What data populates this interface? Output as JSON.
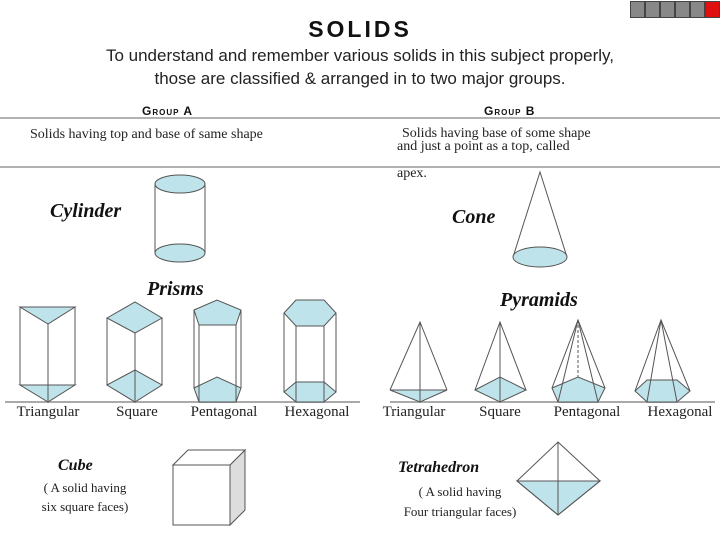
{
  "title": "SOLIDS",
  "subtitle": [
    "To understand and remember various solids in this subject properly,",
    "those are classified & arranged in to two major groups."
  ],
  "group_a": {
    "heading": "Group A",
    "description": "Solids having top and base of same shape",
    "cylinder": "Cylinder",
    "prisms": "Prisms",
    "prism_types": [
      "Triangular",
      "Square",
      "Pentagonal",
      "Hexagonal"
    ],
    "cube": "Cube",
    "cube_desc": [
      "( A solid having",
      "six square faces)"
    ]
  },
  "group_b": {
    "heading": "Group B",
    "description": [
      "Solids having base of some shape",
      "and just a point as a top, called",
      "apex."
    ],
    "cone": "Cone",
    "pyramids": "Pyramids",
    "pyramid_types": [
      "Triangular",
      "Square",
      "Pentagonal",
      "Hexagonal"
    ],
    "tetrahedron": "Tetrahedron",
    "tetrahedron_desc": [
      "( A solid having",
      "Four triangular  faces)"
    ]
  },
  "colors": {
    "face_fill": "#bfe3ea",
    "nav_accent": "#e01010"
  }
}
